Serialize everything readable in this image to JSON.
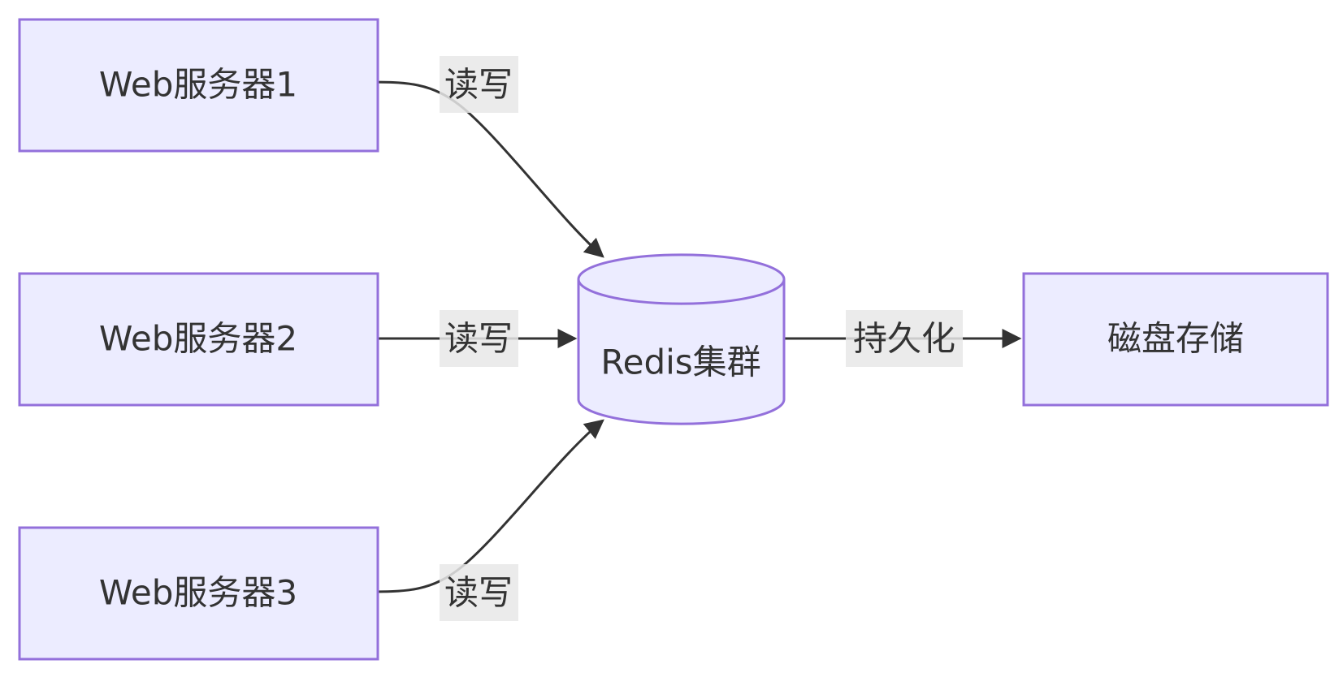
{
  "colors": {
    "node_fill": "#ECECFF",
    "node_stroke": "#9370DB",
    "edge": "#333333",
    "label_bg": "#E8E8E8",
    "text": "#333333"
  },
  "nodes": {
    "web1": {
      "label": "Web服务器1"
    },
    "web2": {
      "label": "Web服务器2"
    },
    "web3": {
      "label": "Web服务器3"
    },
    "redis": {
      "label": "Redis集群"
    },
    "disk": {
      "label": "磁盘存储"
    }
  },
  "edges": [
    {
      "from": "web1",
      "to": "redis",
      "label": "读写"
    },
    {
      "from": "web2",
      "to": "redis",
      "label": "读写"
    },
    {
      "from": "web3",
      "to": "redis",
      "label": "读写"
    },
    {
      "from": "redis",
      "to": "disk",
      "label": "持久化"
    }
  ]
}
